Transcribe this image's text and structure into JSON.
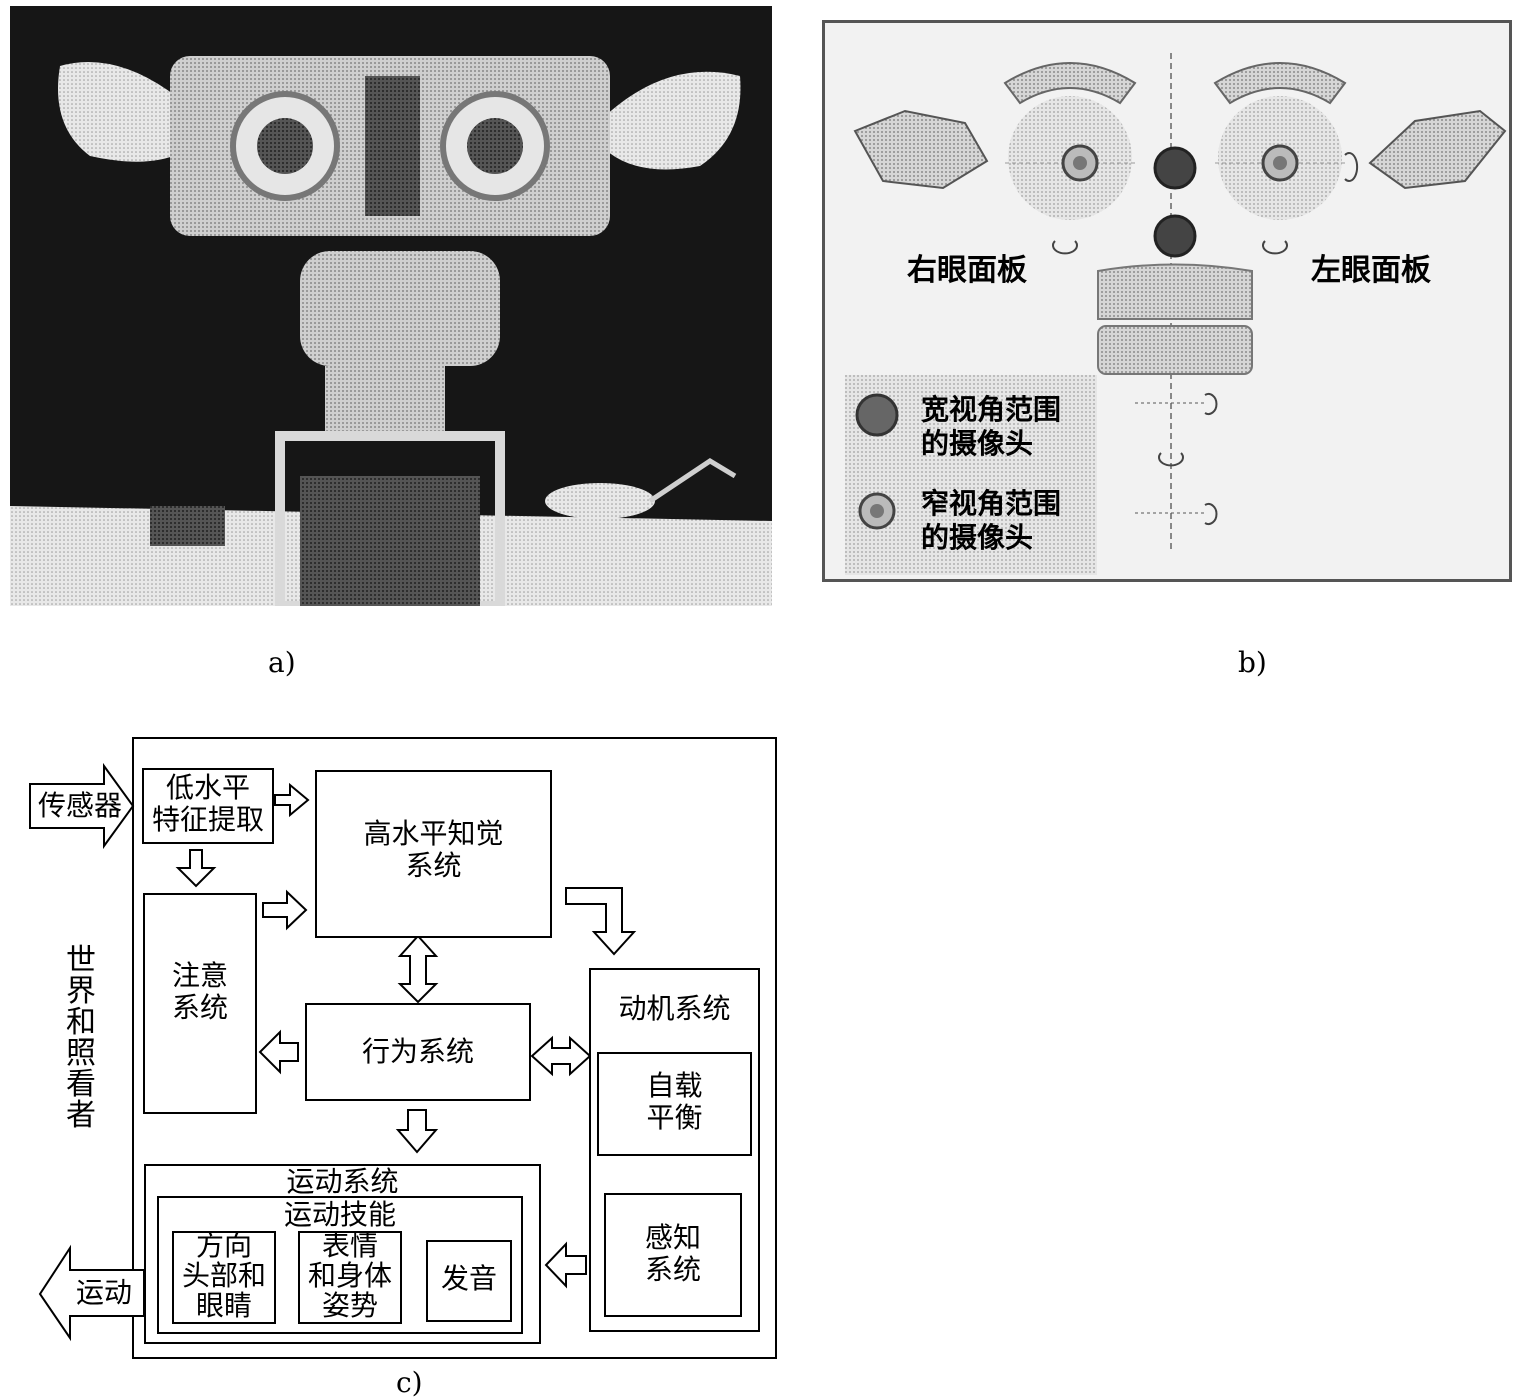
{
  "captions": {
    "a": "a)",
    "b": "b)",
    "c": "c)"
  },
  "panel_b": {
    "right_eye": "右眼面板",
    "left_eye": "左眼面板",
    "legend_wide": [
      "宽视角范围",
      "的摄像头"
    ],
    "legend_narrow": [
      "窄视角范围",
      "的摄像头"
    ]
  },
  "panel_c": {
    "sensors": "传感器",
    "motion_out": "运动",
    "world": [
      "世",
      "界",
      "和",
      "照",
      "看",
      "者"
    ],
    "low_level": [
      "低水平",
      "特征提取"
    ],
    "high_level": [
      "高水平知觉",
      "系统"
    ],
    "attention": [
      "注意",
      "系统"
    ],
    "behavior": "行为系统",
    "motivation": "动机系统",
    "homeostasis": [
      "自载",
      "平衡"
    ],
    "perception": [
      "感知",
      "系统"
    ],
    "motor_system": "运动系统",
    "motor_skills": "运动技能",
    "orient": [
      "方向",
      "头部和",
      "眼睛"
    ],
    "expression": [
      "表情",
      "和身体",
      "姿势"
    ],
    "vocal": "发音"
  }
}
